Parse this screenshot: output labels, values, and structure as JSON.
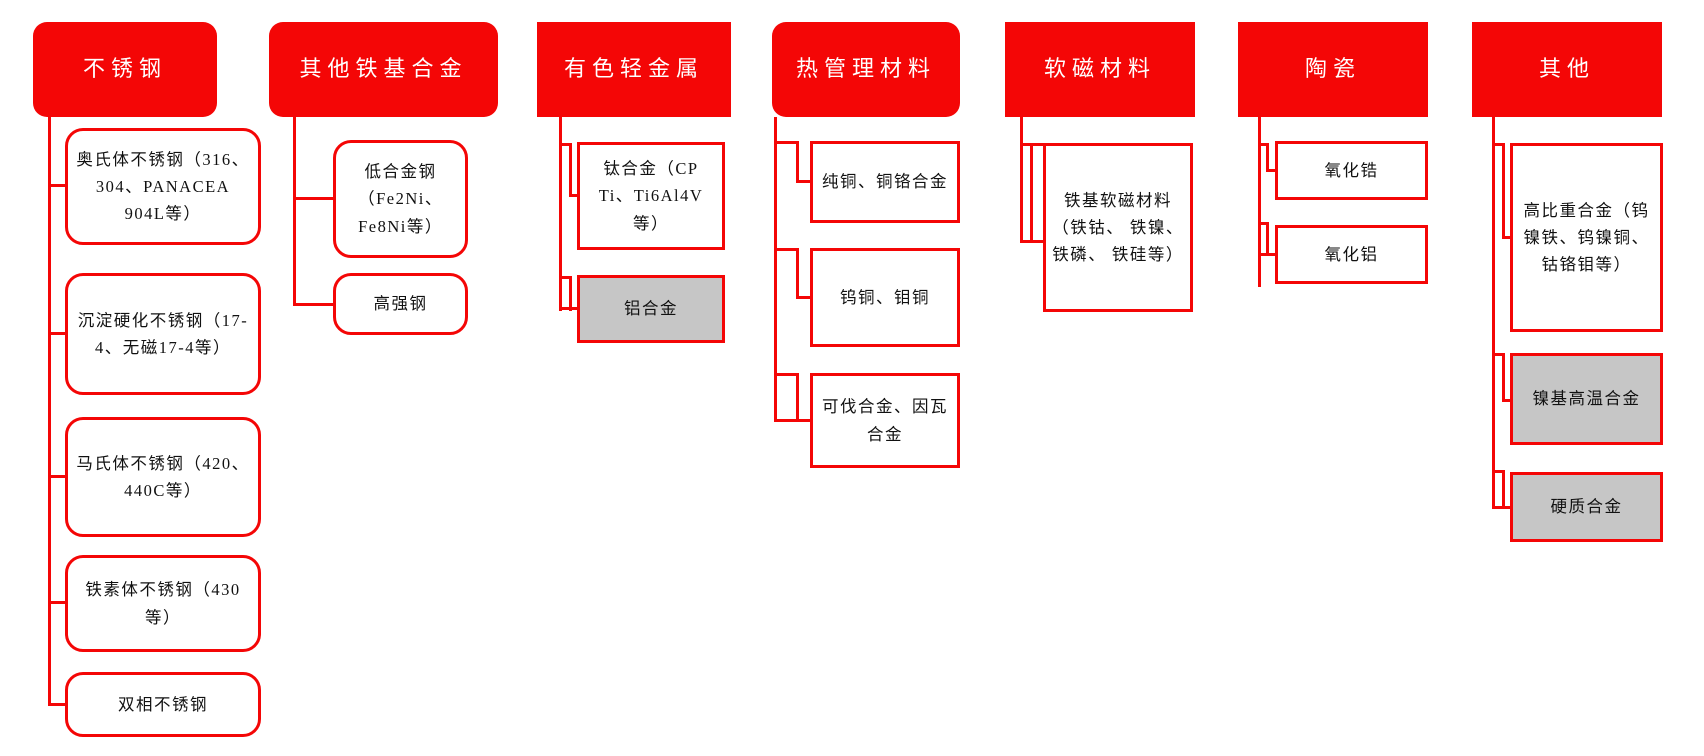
{
  "diagram": {
    "title_implicit": "材料分类",
    "accent_color": "#f40606",
    "gray_fill": "#c6c6c6",
    "columns": [
      {
        "header": "不锈钢",
        "children": [
          {
            "label": "奥氏体不锈钢（316、304、PANACEA 904L等）",
            "variant": "white"
          },
          {
            "label": "沉淀硬化不锈钢（17-4、无磁17-4等）",
            "variant": "white"
          },
          {
            "label": "马氏体不锈钢（420、440C等）",
            "variant": "white"
          },
          {
            "label": "铁素体不锈钢（430等）",
            "variant": "white"
          },
          {
            "label": "双相不锈钢",
            "variant": "white"
          }
        ]
      },
      {
        "header": "其他铁基合金",
        "children": [
          {
            "label": "低合金钢（Fe2Ni、Fe8Ni等）",
            "variant": "white"
          },
          {
            "label": "高强钢",
            "variant": "white"
          }
        ]
      },
      {
        "header": "有色轻金属",
        "children": [
          {
            "label": "钛合金（CP Ti、Ti6Al4V等）",
            "variant": "white"
          },
          {
            "label": "铝合金",
            "variant": "gray"
          }
        ]
      },
      {
        "header": "热管理材料",
        "children": [
          {
            "label": "纯铜、铜铬合金",
            "variant": "white"
          },
          {
            "label": "钨铜、钼铜",
            "variant": "white"
          },
          {
            "label": "可伐合金、因瓦合金",
            "variant": "white"
          }
        ]
      },
      {
        "header": "软磁材料",
        "children": [
          {
            "label": "铁基软磁材料（铁钴、 铁镍、 铁磷、 铁硅等）",
            "variant": "white"
          }
        ]
      },
      {
        "header": "陶瓷",
        "children": [
          {
            "label": "氧化锆",
            "variant": "white"
          },
          {
            "label": "氧化铝",
            "variant": "white"
          }
        ]
      },
      {
        "header": "其他",
        "children": [
          {
            "label": "高比重合金（钨镍铁、钨镍铜、钴铬钼等）",
            "variant": "white"
          },
          {
            "label": "镍基高温合金",
            "variant": "gray"
          },
          {
            "label": "硬质合金",
            "variant": "gray"
          }
        ]
      }
    ]
  }
}
